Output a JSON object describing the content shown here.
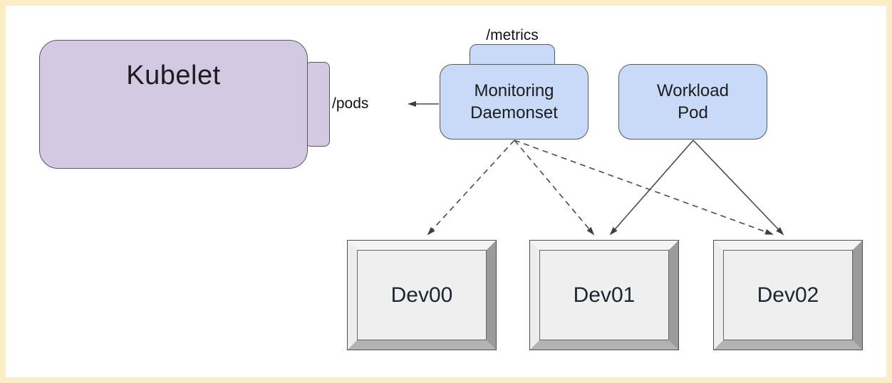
{
  "diagram": {
    "kubelet": {
      "label": "Kubelet",
      "endpoint_label": "/pods"
    },
    "monitoring_daemonset": {
      "label": [
        "Monitoring",
        "Daemonset"
      ],
      "endpoint_label": "/metrics"
    },
    "workload_pod": {
      "label": [
        "Workload",
        "Pod"
      ]
    },
    "devices": [
      {
        "label": "Dev00"
      },
      {
        "label": "Dev01"
      },
      {
        "label": "Dev02"
      }
    ],
    "edges": [
      {
        "from": "monitoring-daemonset",
        "to": "kubelet-/pods",
        "style": "solid"
      },
      {
        "from": "monitoring-daemonset",
        "to": "dev00",
        "style": "dashed"
      },
      {
        "from": "monitoring-daemonset",
        "to": "dev01",
        "style": "dashed"
      },
      {
        "from": "monitoring-daemonset",
        "to": "dev02",
        "style": "dashed"
      },
      {
        "from": "workload-pod",
        "to": "dev01",
        "style": "solid"
      },
      {
        "from": "workload-pod",
        "to": "dev02",
        "style": "solid"
      }
    ],
    "colors": {
      "frame": "#fbeec6",
      "purple": "#d3c9e3",
      "blue": "#c9daf8",
      "face": "#efefef",
      "outline": "#5a5a5a"
    }
  }
}
